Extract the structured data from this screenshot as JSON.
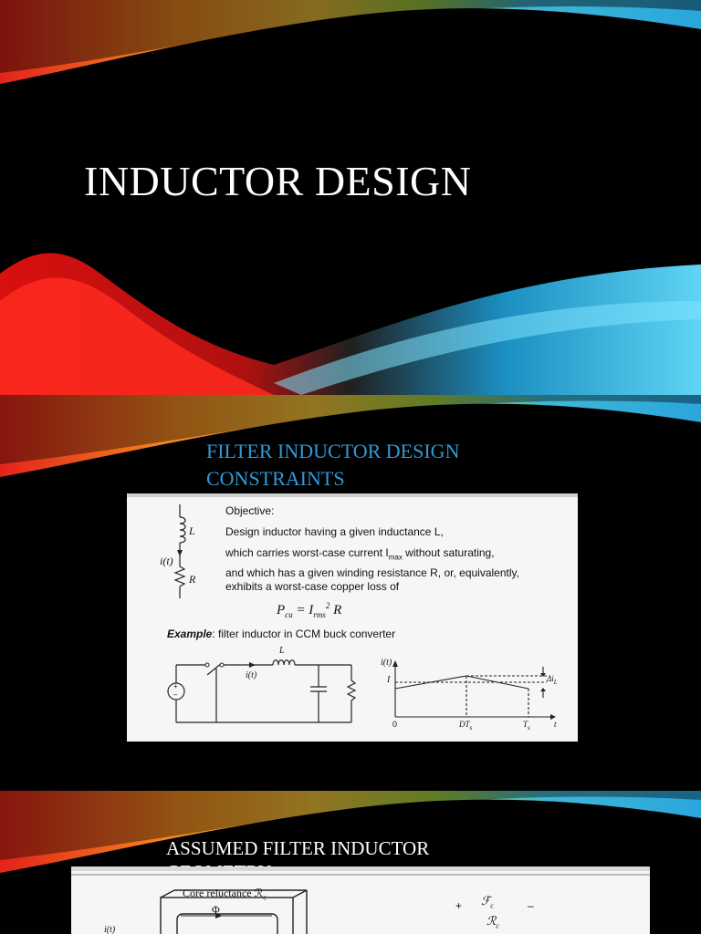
{
  "slide1": {
    "title": "INDUCTOR DESIGN"
  },
  "slide2": {
    "title_line1": "FILTER INDUCTOR DESIGN",
    "title_line2": "CONSTRAINTS",
    "objective": {
      "heading": "Objective:",
      "line1": "Design inductor having a given inductance L,",
      "line2_pre": "which carries worst-case current I",
      "line2_sub": "max",
      "line2_post": " without saturating,",
      "line3": "and which has a given winding resistance R, or, equivalently,",
      "line4": "exhibits a worst-case copper loss of"
    },
    "formula": {
      "lhs": "P",
      "lhs_sub": "cu",
      "eq": " = I",
      "rms_sub": "rms",
      "exp": "2",
      "rhs": " R"
    },
    "example_label": "Example",
    "example_text": ": filter inductor in CCM buck converter",
    "left_circuit": {
      "L": "L",
      "i": "i(t)",
      "R": "R"
    },
    "buck_circuit": {
      "L": "L",
      "i": "i(t)",
      "src_plus": "+",
      "src_minus": "–"
    },
    "waveform": {
      "y_label": "i(t)",
      "I_label": "I",
      "delta_label": "Δi",
      "delta_sub": "L",
      "x0": "0",
      "x_dts": "DT",
      "x_dts_sub": "s",
      "x_ts": "T",
      "x_ts_sub": "s",
      "x_t": "t"
    }
  },
  "slide3": {
    "title": "ASSUMED FILTER INDUCTOR GEOMETRY",
    "core_label": "Core reluctance ℛ",
    "core_sub": "c",
    "phi": "Φ",
    "it": "i(t)",
    "fc": "ℱ",
    "fc_sub": "c",
    "plus": "+",
    "minus": "–",
    "rc": "ℛ",
    "rc_sub": "c"
  }
}
